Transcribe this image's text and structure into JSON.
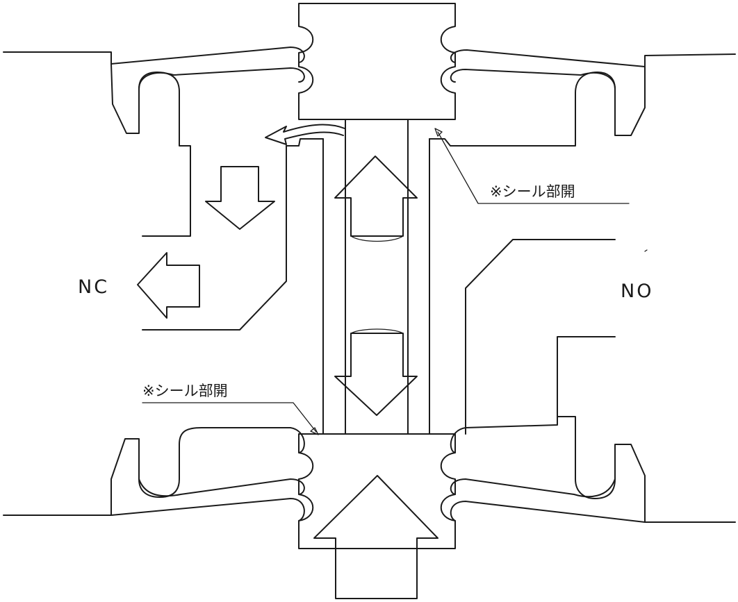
{
  "diagram": {
    "port_left_label": "NC",
    "port_right_label": "NO",
    "seal_note_upper": "※シール部開",
    "seal_note_lower": "※シール部開"
  },
  "colors": {
    "line": "#1a1a1a",
    "background": "#ffffff"
  }
}
